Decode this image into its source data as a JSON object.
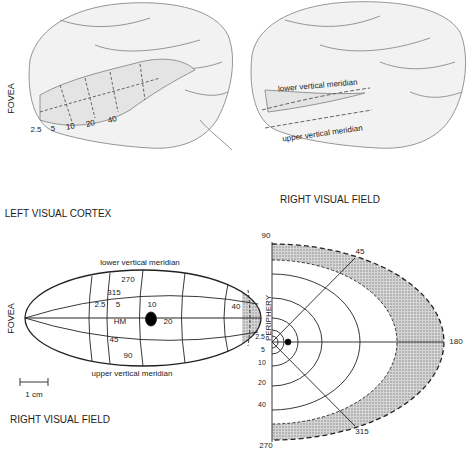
{
  "diagram": {
    "labels": [
      "FOVEA",
      "2.5",
      "5",
      "10",
      "20",
      "40",
      "lower vertical meridian",
      "upper vertical meridian",
      "LEFT VISUAL CORTEX",
      "lower vertical meridian",
      "270",
      "315",
      "2.5",
      "5",
      "10",
      "HM",
      "20",
      "40",
      "45",
      "90",
      "upper vertical meridian",
      "FOVEA",
      "PERIPHERY",
      "1 cm",
      "RIGHT VISUAL FIELD",
      "RIGHT VISUAL FIELD",
      "90",
      "45",
      "180",
      "2.5",
      "5",
      "10",
      "20",
      "40",
      "315",
      "270"
    ]
  }
}
